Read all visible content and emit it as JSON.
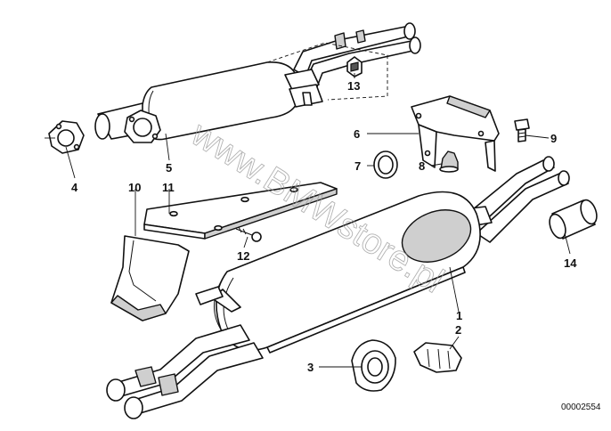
{
  "watermark": "www.BMWstore.pl",
  "catalog_number": "00002554",
  "callouts": {
    "c1": "1",
    "c2": "2",
    "c3": "3",
    "c4": "4",
    "c5": "5",
    "c6": "6",
    "c7": "7",
    "c8": "8",
    "c9": "9",
    "c10": "10",
    "c11": "11",
    "c12": "12",
    "c13": "13",
    "c14": "14"
  }
}
